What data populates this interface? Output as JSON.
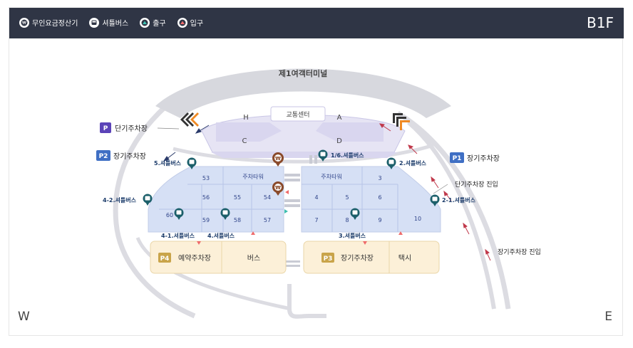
{
  "header": {
    "legend": [
      {
        "icon": "payment-machine-icon",
        "label": "무인요금정산기"
      },
      {
        "icon": "shuttle-bus-icon",
        "label": "셔틀버스"
      },
      {
        "icon": "exit-icon",
        "label": "출구"
      },
      {
        "icon": "entrance-icon",
        "label": "입구"
      }
    ],
    "floor": "B1F"
  },
  "compass": {
    "west": "W",
    "east": "E"
  },
  "terminal": {
    "name": "제1여객터미널"
  },
  "transport_center": {
    "name": "교통센터",
    "zones": [
      "H",
      "A",
      "C",
      "D"
    ]
  },
  "parking": {
    "short_term": {
      "badge": "P",
      "label": "단기주차장"
    },
    "p1": {
      "badge": "P1",
      "label": "장기주차장"
    },
    "p2": {
      "badge": "P2",
      "label": "장기주차장"
    },
    "p3": {
      "badge": "P3",
      "label": "장기주차장"
    },
    "p4": {
      "badge": "P4",
      "label": "예약주차장"
    },
    "bus": "버스",
    "taxi": "택시",
    "tower_left": "주차타워",
    "tower_right": "주차타워"
  },
  "left_sections": [
    "53",
    "56",
    "55",
    "54",
    "60",
    "59",
    "58",
    "57"
  ],
  "right_sections": [
    "3",
    "4",
    "5",
    "6",
    "7",
    "8",
    "9",
    "10"
  ],
  "shuttle_stops": [
    "1/6.셔틀버스",
    "2.셔틀버스",
    "5.셔틀버스",
    "4-2.셔틀버스",
    "4-1.셔틀버스",
    "4.셔틀버스",
    "3.셔틀버스",
    "2-1.셔틀버스"
  ],
  "entries": {
    "short_term_entry": "단기주차장 진입",
    "long_term_entry": "장기주차장 진입"
  }
}
